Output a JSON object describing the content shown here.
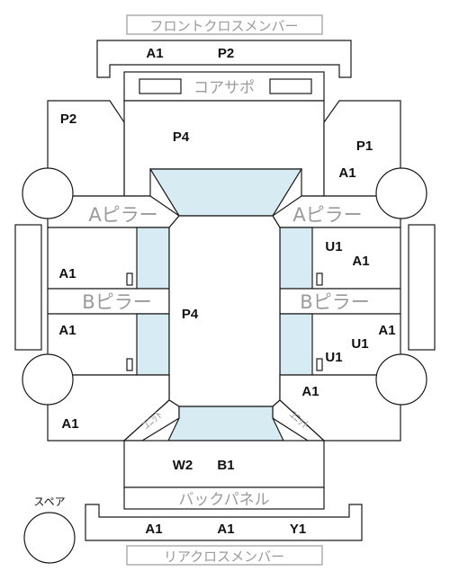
{
  "parts": {
    "front_cross_member": "フロントクロスメンバー",
    "core_support": "コアサポ",
    "a_pillar": "Aピラー",
    "b_pillar": "Bピラー",
    "unit_label": "ﾕﾆｯﾄ",
    "back_panel": "バックパネル",
    "rear_cross_member": "リアクロスメンバー",
    "spare": "スペア"
  },
  "grades": {
    "front_left": "A1",
    "front_right": "P2",
    "front_left_frame": "P2",
    "hood_area": "P4",
    "front_right_frame": "P1",
    "front_right_wheelhouse": "A1",
    "left_front_door": "A1",
    "right_front_door_upper": "U1",
    "right_front_door": "A1",
    "roof": "P4",
    "left_rear_door": "A1",
    "right_rear_door_a": "A1",
    "right_rear_door_u1": "U1",
    "right_rear_door_u1b": "U1",
    "right_rear_quarter": "A1",
    "left_rear_quarter": "A1",
    "trunk_w": "W2",
    "trunk_b": "B1",
    "rear_1": "A1",
    "rear_2": "A1",
    "rear_3": "Y1"
  }
}
